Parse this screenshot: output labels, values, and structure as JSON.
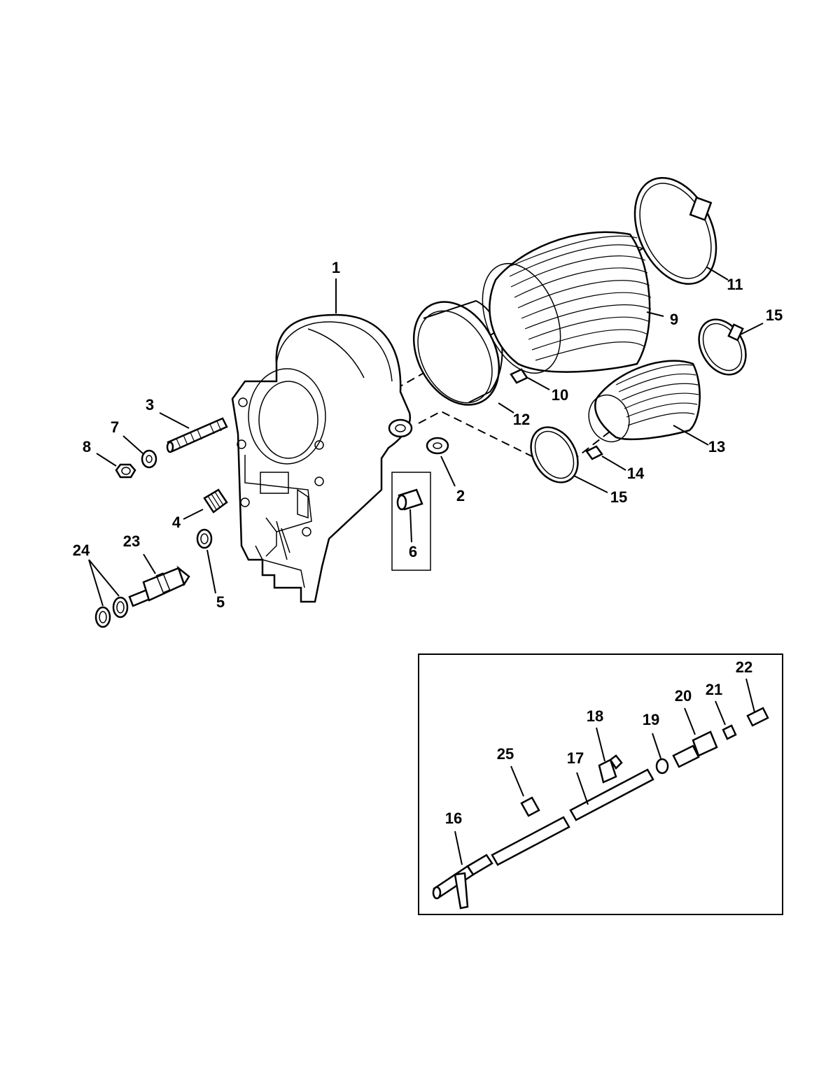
{
  "diagram": {
    "callouts": [
      {
        "id": "c1",
        "text": "1"
      },
      {
        "id": "c2",
        "text": "2"
      },
      {
        "id": "c3",
        "text": "3"
      },
      {
        "id": "c4",
        "text": "4"
      },
      {
        "id": "c5",
        "text": "5"
      },
      {
        "id": "c6",
        "text": "6"
      },
      {
        "id": "c7",
        "text": "7"
      },
      {
        "id": "c8",
        "text": "8"
      },
      {
        "id": "c9",
        "text": "9"
      },
      {
        "id": "c10",
        "text": "10"
      },
      {
        "id": "c11",
        "text": "11"
      },
      {
        "id": "c12",
        "text": "12"
      },
      {
        "id": "c13",
        "text": "13"
      },
      {
        "id": "c14",
        "text": "14"
      },
      {
        "id": "c15a",
        "text": "15"
      },
      {
        "id": "c15b",
        "text": "15"
      },
      {
        "id": "c16",
        "text": "16"
      },
      {
        "id": "c17",
        "text": "17"
      },
      {
        "id": "c18",
        "text": "18"
      },
      {
        "id": "c19",
        "text": "19"
      },
      {
        "id": "c20",
        "text": "20"
      },
      {
        "id": "c21",
        "text": "21"
      },
      {
        "id": "c22",
        "text": "22"
      },
      {
        "id": "c23",
        "text": "23"
      },
      {
        "id": "c24",
        "text": "24"
      },
      {
        "id": "c25",
        "text": "25"
      }
    ]
  },
  "colors": {
    "line": "#000000",
    "background": "#ffffff"
  }
}
